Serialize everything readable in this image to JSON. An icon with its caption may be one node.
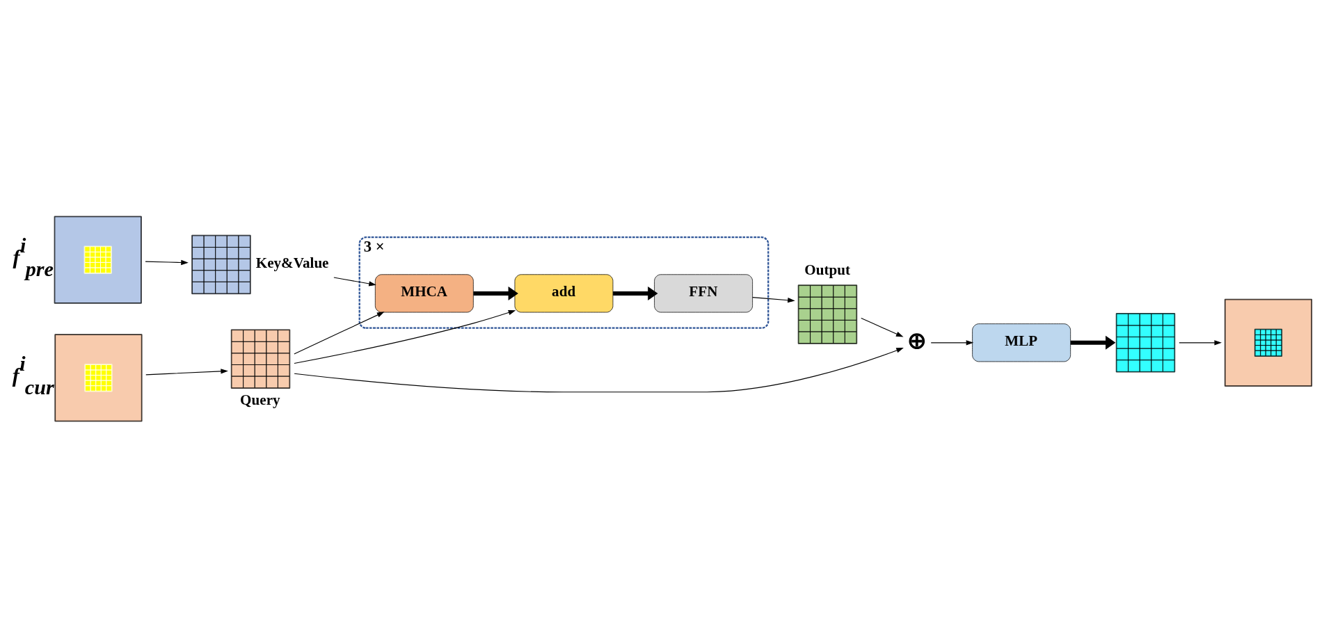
{
  "diagram": {
    "nodes": [
      {
        "text": [],
        "shape": "picture",
        "beside": [
          "f$^{i}$$_{pre}$"
        ]
      },
      {
        "text": [],
        "shape": "picture",
        "beside": [
          "Key&Value"
        ]
      },
      {
        "text": [],
        "shape": "box",
        "beside": [
          "3 ×"
        ]
      },
      {
        "text": [
          "MHCA"
        ],
        "in": 2
      },
      {
        "text": [
          "add"
        ],
        "in": 2
      },
      {
        "text": [
          "FFN"
        ],
        "in": 2
      },
      {
        "text": [],
        "shape": "picture",
        "beside": [
          "Output"
        ]
      },
      {
        "text": [],
        "shape": "picture",
        "beside": [
          "f$^{i}$$_{cur}$"
        ]
      },
      {
        "text": [],
        "shape": "picture",
        "beside": [
          "Query"
        ]
      },
      {
        "text": [
          "⊕"
        ]
      },
      {
        "text": [
          "MLP"
        ]
      },
      {
        "text": [],
        "shape": "picture"
      },
      {
        "text": [],
        "shape": "picture"
      }
    ],
    "edges": [
      {
        "from": 0,
        "to": 1,
        "arrow": "to"
      },
      {
        "from": 1,
        "to": 3,
        "arrow": "to"
      },
      {
        "from": 3,
        "to": 4,
        "arrow": "to",
        "style": "thick"
      },
      {
        "from": 4,
        "to": 5,
        "arrow": "to",
        "style": "thick"
      },
      {
        "from": 5,
        "to": 6,
        "arrow": "to"
      },
      {
        "from": 8,
        "to": 3,
        "arrow": "to"
      },
      {
        "from": 8,
        "to": 4,
        "arrow": "to"
      },
      {
        "from": 7,
        "to": 8,
        "arrow": "to"
      },
      {
        "from": 8,
        "to": 9,
        "arrow": "to"
      },
      {
        "from": 6,
        "to": 9,
        "arrow": "to"
      },
      {
        "from": 9,
        "to": 10,
        "arrow": "to"
      },
      {
        "from": 10,
        "to": 11,
        "arrow": "to",
        "style": "thick"
      },
      {
        "from": 11,
        "to": 12,
        "arrow": "to"
      }
    ]
  }
}
